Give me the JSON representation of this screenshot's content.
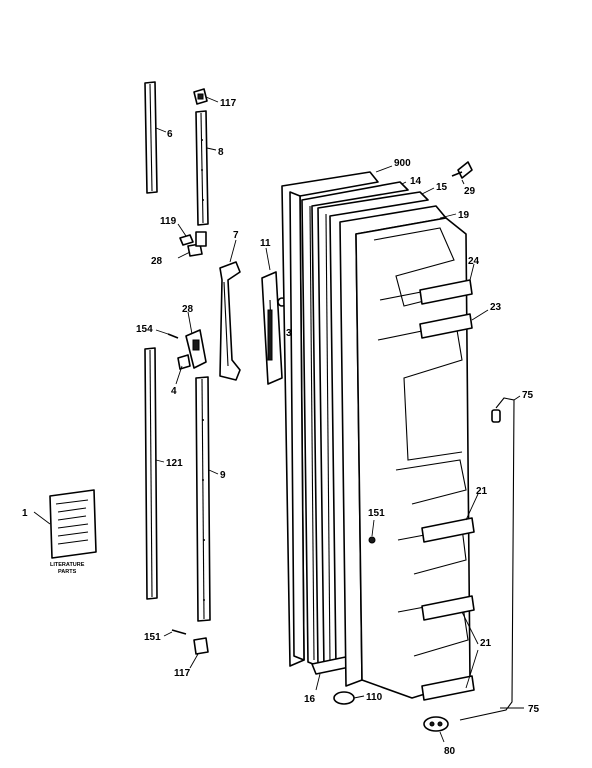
{
  "callouts": {
    "c117_top": "117",
    "c6": "6",
    "c8": "8",
    "c119": "119",
    "c28_top": "28",
    "c7": "7",
    "c11": "11",
    "c3": "3",
    "c28_mid": "28",
    "c154": "154",
    "c4": "4",
    "c121": "121",
    "c9": "9",
    "c1": "1",
    "c151_left": "151",
    "c117_bottom": "117",
    "c900": "900",
    "c14": "14",
    "c15": "15",
    "c29": "29",
    "c19": "19",
    "c24": "24",
    "c23": "23",
    "c75_top": "75",
    "c21_mid": "21",
    "c151_right": "151",
    "c21_bottom": "21",
    "c16": "16",
    "c110": "110",
    "c75_bottom": "75",
    "c80": "80"
  },
  "literature_caption": [
    "LITERATURE",
    "PARTS"
  ]
}
